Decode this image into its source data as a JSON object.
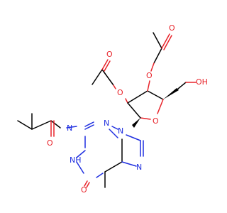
{
  "structure": {
    "colors": {
      "oxygen": "#e8232a",
      "nitrogen": "#1f2fe0",
      "carbon_bond": "#000000",
      "background": "#ffffff"
    },
    "atoms": {
      "o_ester1_carbonyl": "O",
      "o_ester1": "O",
      "o_ester2_carbonyl": "O",
      "o_ester2": "O",
      "oh_label": "OH",
      "o_ring": "O",
      "n9": "N",
      "n3": "N",
      "n7": "N",
      "n_imine": "N",
      "nh": "NH",
      "o_amide": "O",
      "o_keto": "O"
    }
  }
}
